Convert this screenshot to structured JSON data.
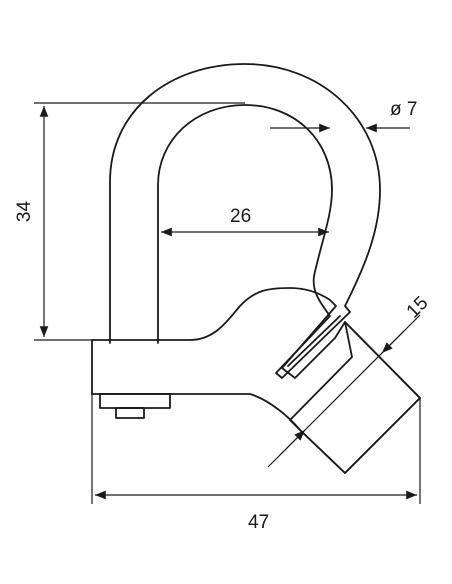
{
  "dimensions": {
    "height_label": "34",
    "inner_width_label": "26",
    "diameter_label": "ø 7",
    "body_width_label": "15",
    "total_width_label": "47"
  },
  "colors": {
    "line": "#1a1a1a",
    "fill": "#ffffff"
  }
}
